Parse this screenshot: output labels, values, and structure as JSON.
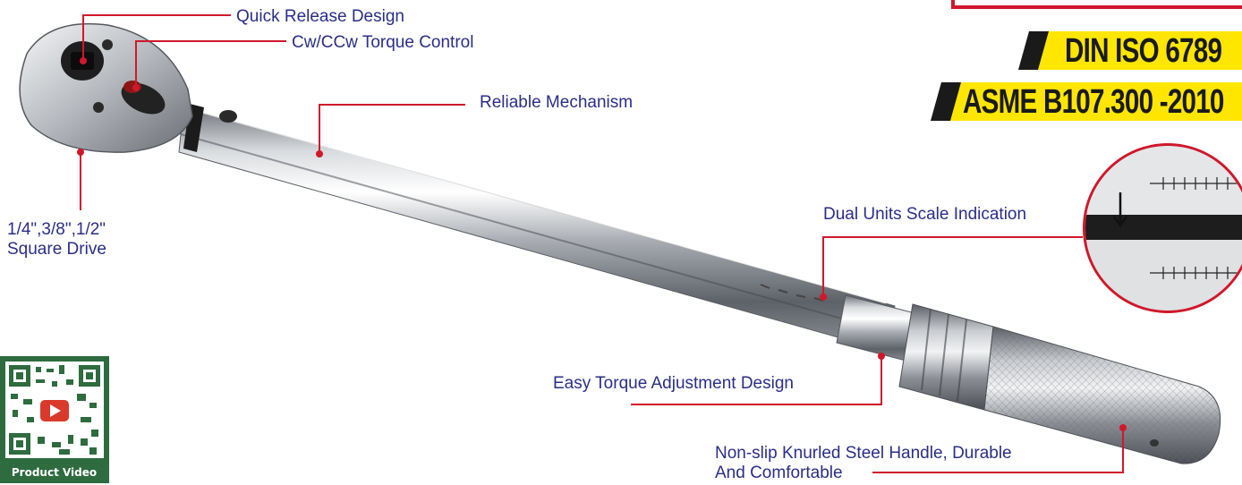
{
  "callouts": {
    "quick_release": "Quick Release Design",
    "torque_control": "Cw/CCw Torque Control",
    "reliable": "Reliable Mechanism",
    "square_drive_line1": "1/4\",3/8\",1/2\"",
    "square_drive_line2": "Square Drive",
    "dual_units": "Dual Units Scale Indication",
    "easy_adjust": "Easy Torque Adjustment Design",
    "handle_line1": "Non-slip Knurled Steel Handle, Durable",
    "handle_line2": "And Comfortable"
  },
  "badges": {
    "din": "DIN ISO 6789",
    "asme": "ASME B107.300 -2010"
  },
  "qr": {
    "caption": "Product Video"
  },
  "colors": {
    "callout_line": "#d0182c",
    "label_text": "#2b2e86",
    "badge_yellow": "#ffe600",
    "qr_green": "#2e6b3f"
  }
}
